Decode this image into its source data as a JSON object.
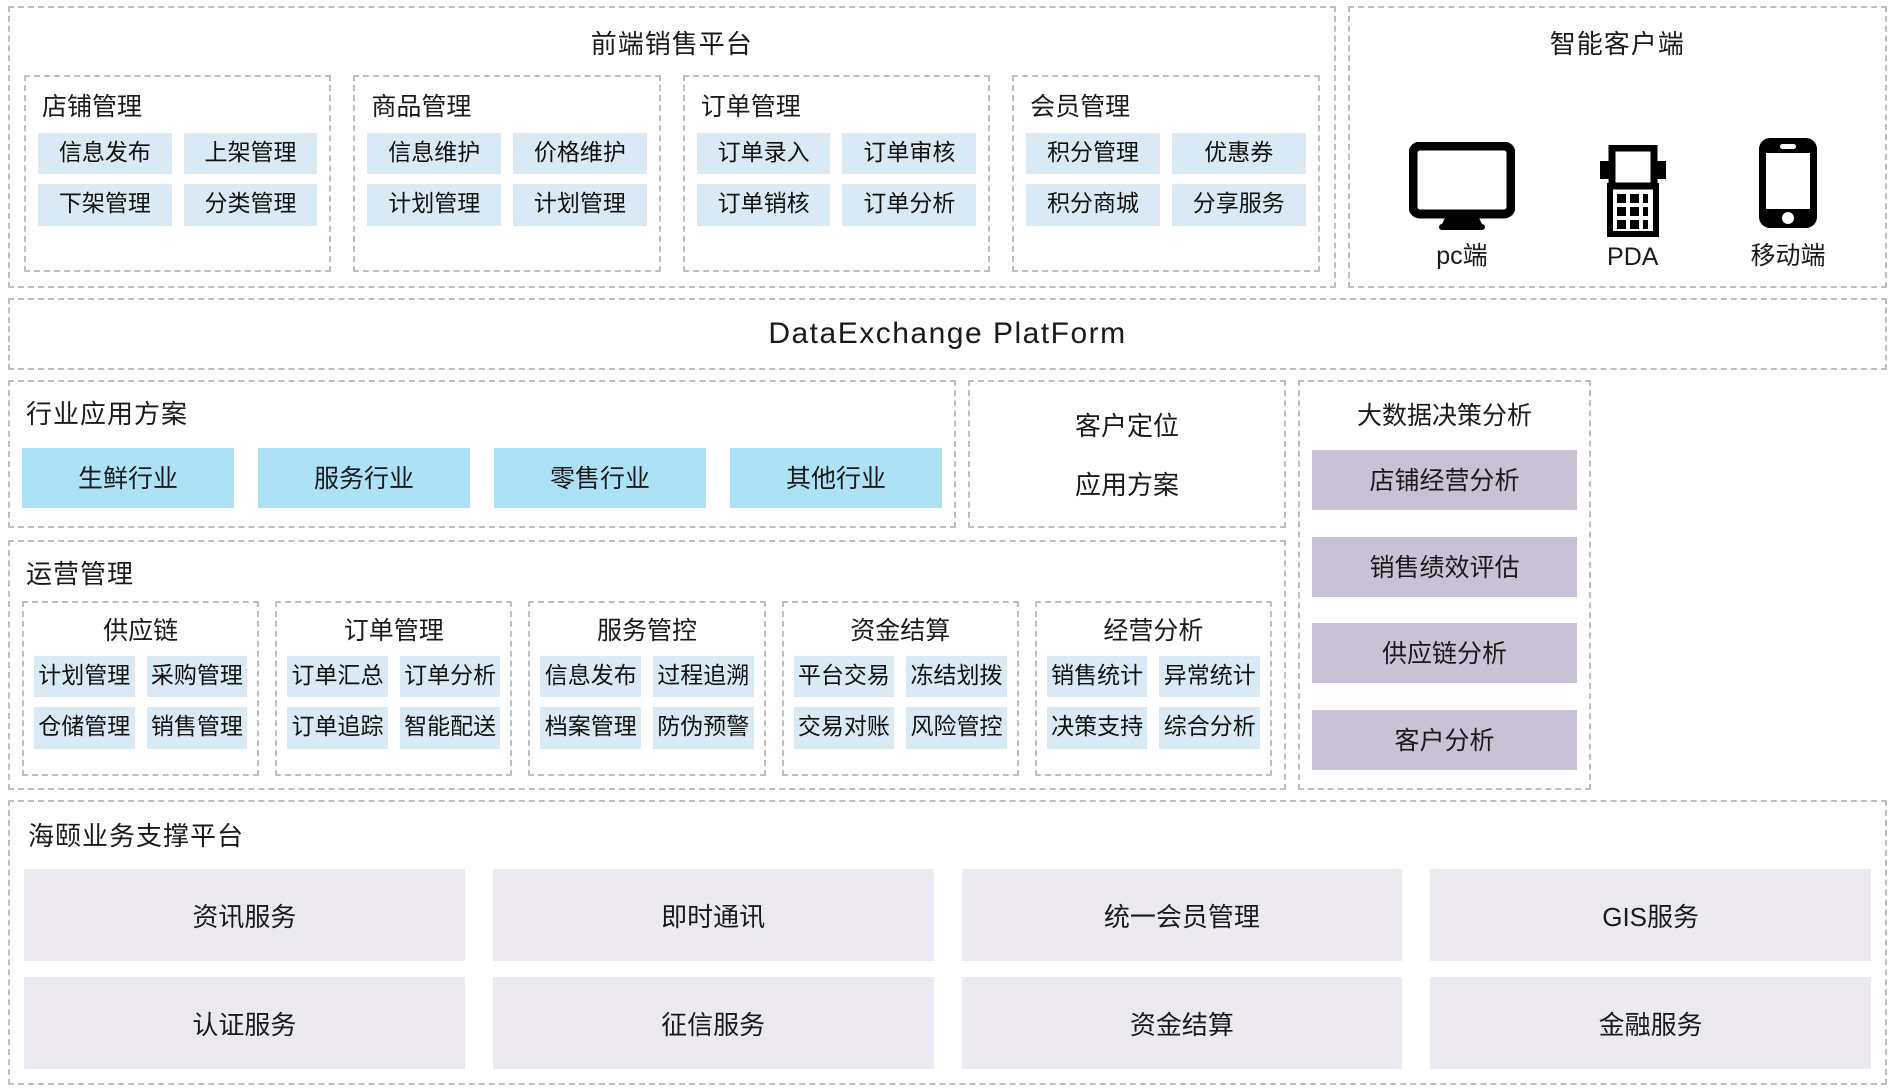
{
  "front_platform": {
    "title": "前端销售平台",
    "columns": [
      {
        "head": "店铺管理",
        "items": [
          "信息发布",
          "上架管理",
          "下架管理",
          "分类管理"
        ]
      },
      {
        "head": "商品管理",
        "items": [
          "信息维护",
          "价格维护",
          "计划管理",
          "计划管理"
        ]
      },
      {
        "head": "订单管理",
        "items": [
          "订单录入",
          "订单审核",
          "订单销核",
          "订单分析"
        ]
      },
      {
        "head": "会员管理",
        "items": [
          "积分管理",
          "优惠券",
          "积分商城",
          "分享服务"
        ]
      }
    ]
  },
  "smart_client": {
    "title": "智能客户端",
    "devices": [
      {
        "icon": "desktop-monitor-icon",
        "label": "pc端"
      },
      {
        "icon": "pda-terminal-icon",
        "label": "PDA"
      },
      {
        "icon": "smartphone-icon",
        "label": "移动端"
      }
    ]
  },
  "data_exchange": {
    "title": "DataExchange  PlatForm"
  },
  "industry": {
    "title": "行业应用方案",
    "items": [
      "生鲜行业",
      "服务行业",
      "零售行业",
      "其他行业"
    ]
  },
  "customer_position": {
    "line1": "客户定位",
    "line2": "应用方案"
  },
  "operations": {
    "title": "运营管理",
    "columns": [
      {
        "head": "供应链",
        "items": [
          "计划管理",
          "采购管理",
          "仓储管理",
          "销售管理"
        ]
      },
      {
        "head": "订单管理",
        "items": [
          "订单汇总",
          "订单分析",
          "订单追踪",
          "智能配送"
        ]
      },
      {
        "head": "服务管控",
        "items": [
          "信息发布",
          "过程追溯",
          "档案管理",
          "防伪预警"
        ]
      },
      {
        "head": "资金结算",
        "items": [
          "平台交易",
          "冻结划拨",
          "交易对账",
          "风险管控"
        ]
      },
      {
        "head": "经营分析",
        "items": [
          "销售统计",
          "异常统计",
          "决策支持",
          "综合分析"
        ]
      }
    ]
  },
  "big_data": {
    "title": "大数据决策分析",
    "items": [
      "店铺经营分析",
      "销售绩效评估",
      "供应链分析",
      "客户分析"
    ]
  },
  "support_platform": {
    "title": "海颐业务支撑平台",
    "items": [
      "资讯服务",
      "即时通讯",
      "统一会员管理",
      "GIS服务",
      "认证服务",
      "征信服务",
      "资金结算",
      "金融服务"
    ]
  },
  "colors": {
    "chip_blue": "#d9eaf4",
    "industry_blue": "#ade1f5",
    "bigdata_purple": "#c9c2d4",
    "service_lavender": "#ece9f1",
    "border_dash": "#bfbfbf"
  }
}
